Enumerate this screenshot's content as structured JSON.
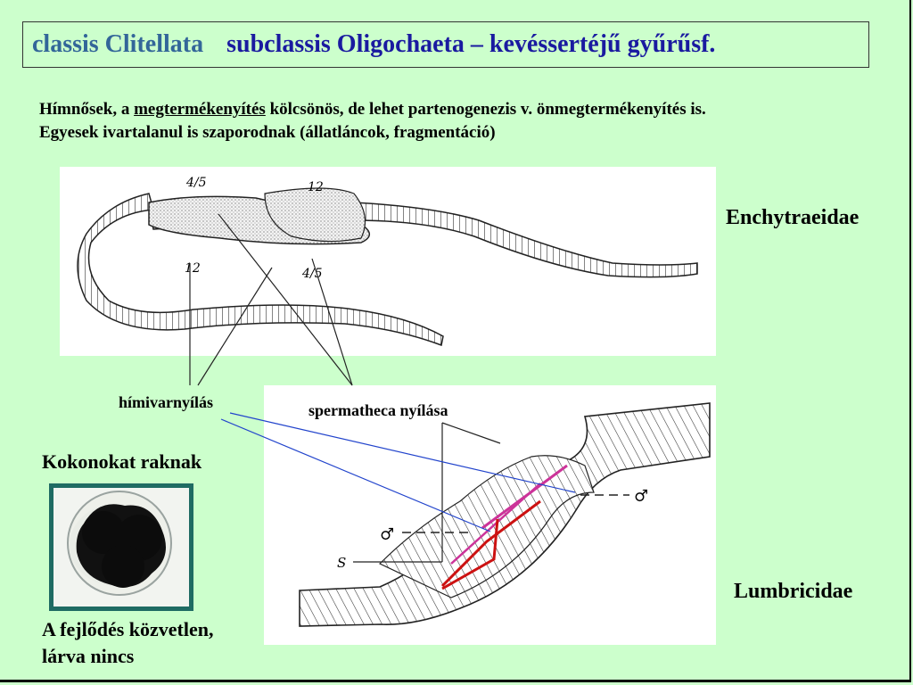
{
  "title": {
    "part1": "classis Clitellata",
    "part2": "subclassis Oligochaeta – kevéssertéjű gyűrűsf."
  },
  "intro": {
    "line1_pre": "Hímnősek, a ",
    "line1_underlined": "megtermékenyítés",
    "line1_post": " kölcsönös, de lehet partenogenezis v. önmegtermékenyítés is.",
    "line2": "Egyesek ivartalanul is szaporodnak (állatláncok, fragmentáció)"
  },
  "labels": {
    "enchytraeidae": "Enchytraeidae",
    "lumbricidae": "Lumbricidae",
    "male_pore": "hímivarnyílás",
    "spermatheca_pore": "spermatheca nyílása",
    "cocoons": "Kokonokat raknak",
    "development_line1": "A fejlődés közvetlen,",
    "development_line2": "lárva nincs"
  },
  "drawing_labels": {
    "seg_4_5": "4/5",
    "seg_12_top": "12",
    "seg_12_bottom": "12",
    "seg_4_5_bottom": "4/5",
    "male_symbol_1": "♂",
    "male_symbol_2": "♂",
    "s_mark": "S"
  },
  "colors": {
    "background": "#ccffcc",
    "title_part1": "#336699",
    "title_part2": "#1a1aa0",
    "pointer_blue": "#2244cc",
    "arrow_magenta": "#cc3399",
    "arrow_red": "#cc1111",
    "egg_frame": "#1f6b63"
  }
}
